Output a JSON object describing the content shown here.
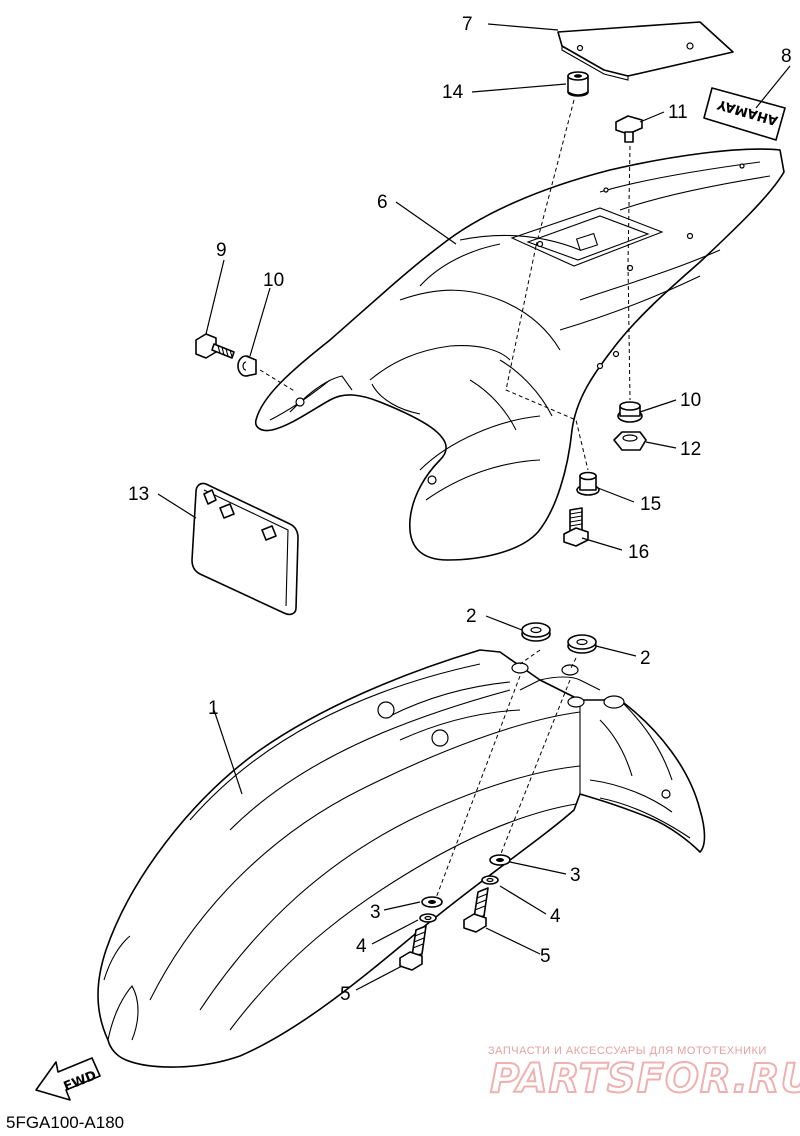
{
  "diagram_code": "5FGA100-A180",
  "fwd_label": "FWD",
  "emblem_text": "YAMAHA",
  "watermark": {
    "top_line": "ЗАПЧАСТИ И АКСЕССУАРЫ ДЛЯ МОТОТЕХНИКИ",
    "brand": "PARTSFOR.RU"
  },
  "callouts": {
    "c1": "1",
    "c2a": "2",
    "c2b": "2",
    "c3a": "3",
    "c3b": "3",
    "c4a": "4",
    "c4b": "4",
    "c5a": "5",
    "c5b": "5",
    "c6": "6",
    "c7": "7",
    "c8": "8",
    "c9": "9",
    "c10a": "10",
    "c10b": "10",
    "c11": "11",
    "c12": "12",
    "c13": "13",
    "c14": "14",
    "c15": "15",
    "c16": "16"
  }
}
